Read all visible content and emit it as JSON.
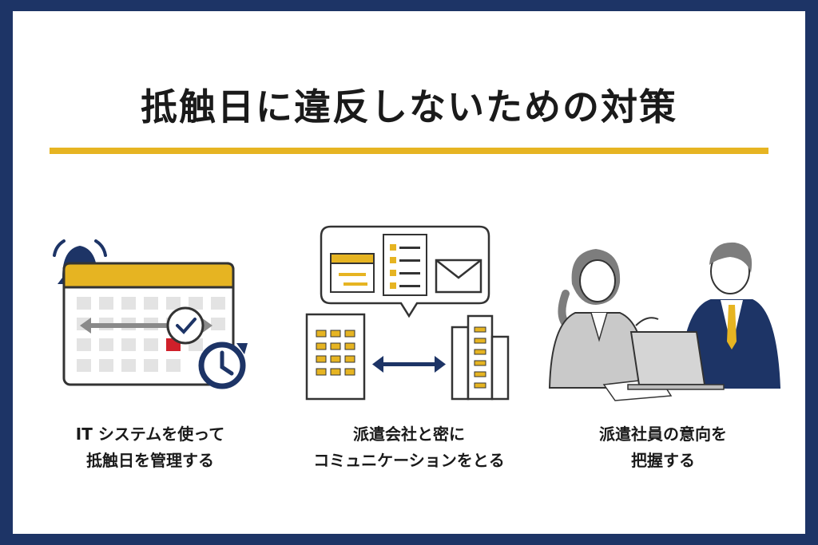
{
  "title": "抵触日に違反しないための対策",
  "colors": {
    "frame": "#1d3466",
    "accent": "#e6b422",
    "navy": "#1d3466",
    "alert": "#d0202a"
  },
  "items": [
    {
      "icon": "calendar-alarm-icon",
      "caption_line1": "IT システムを使って",
      "caption_line2": "抵触日を管理する"
    },
    {
      "icon": "company-communication-icon",
      "caption_line1": "派遣会社と密に",
      "caption_line2": "コミュニケーションをとる"
    },
    {
      "icon": "meeting-people-icon",
      "caption_line1": "派遣社員の意向を",
      "caption_line2": "把握する"
    }
  ]
}
